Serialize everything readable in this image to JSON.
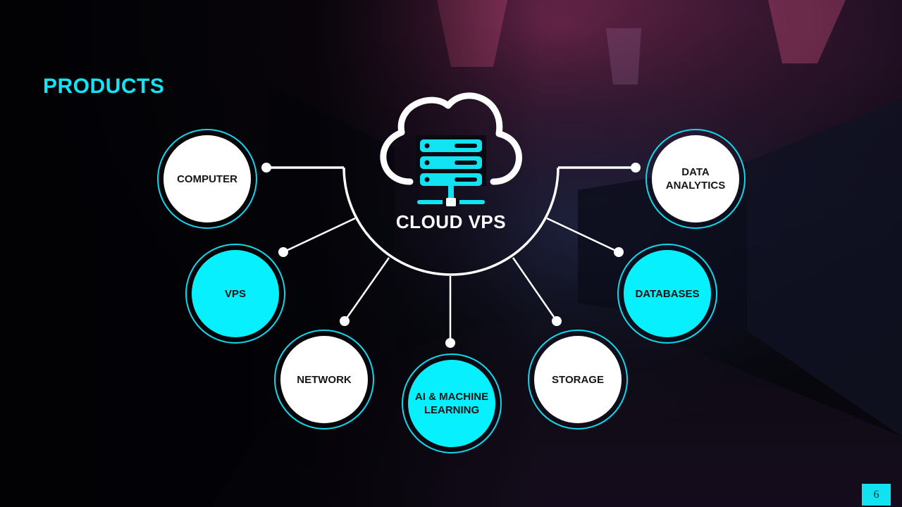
{
  "slide": {
    "title": "PRODUCTS",
    "page_number": "6"
  },
  "center": {
    "label": "CLOUD VPS",
    "icon": "cloud-server-icon"
  },
  "products": [
    {
      "label": "COMPUTER",
      "style": "white"
    },
    {
      "label": "VPS",
      "style": "cyan"
    },
    {
      "label": "NETWORK",
      "style": "white"
    },
    {
      "label": "AI & MACHINE\nLEARNING",
      "style": "cyan"
    },
    {
      "label": "STORAGE",
      "style": "white"
    },
    {
      "label": "DATABASES",
      "style": "cyan"
    },
    {
      "label": "DATA\nANALYTICS",
      "style": "white"
    }
  ],
  "colors": {
    "accent": "#13e3f7",
    "node_cyan": "#06f0fd",
    "node_white": "#ffffff",
    "background": "#050509",
    "connector": "#ffffff"
  }
}
